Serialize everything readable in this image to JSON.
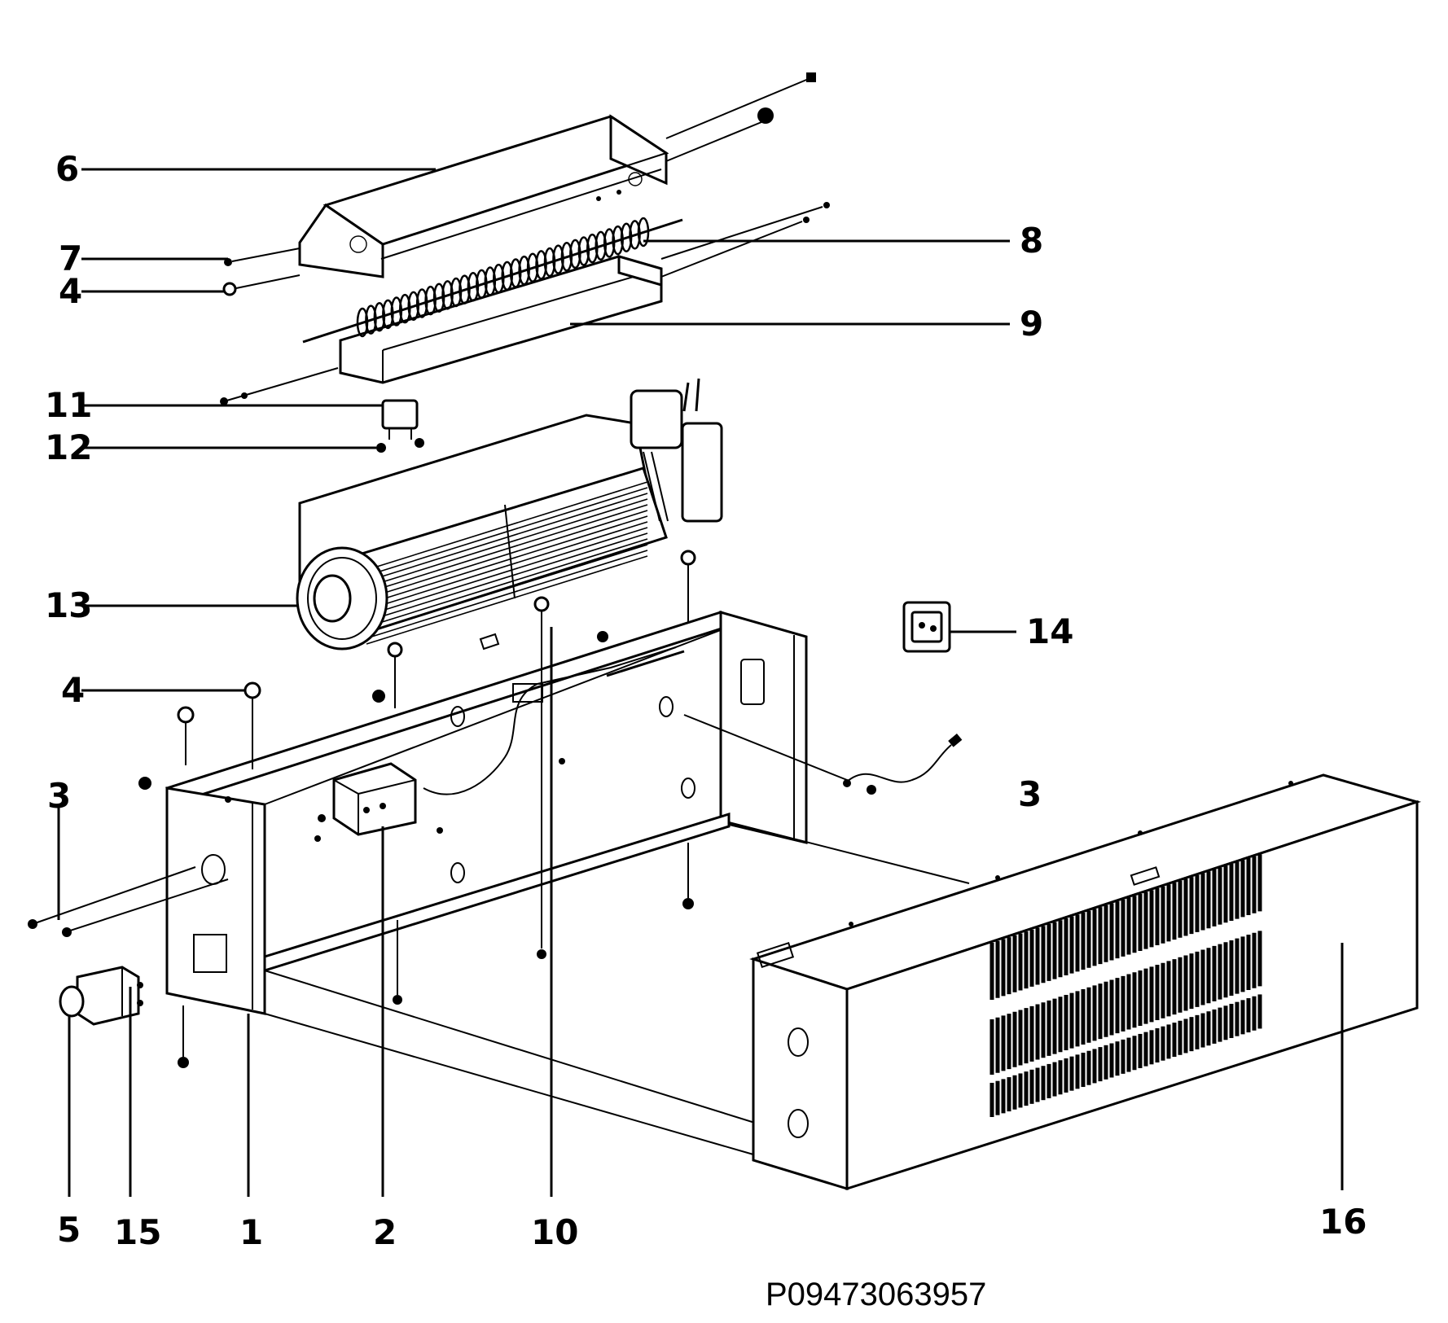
{
  "callouts": {
    "c1": "1",
    "c2": "2",
    "c3a": "3",
    "c3b": "3",
    "c4a": "4",
    "c4b": "4",
    "c5": "5",
    "c6": "6",
    "c7": "7",
    "c8": "8",
    "c9": "9",
    "c10": "10",
    "c11": "11",
    "c12": "12",
    "c13": "13",
    "c14": "14",
    "c15": "15",
    "c16": "16"
  },
  "part_code": "P09473063957"
}
